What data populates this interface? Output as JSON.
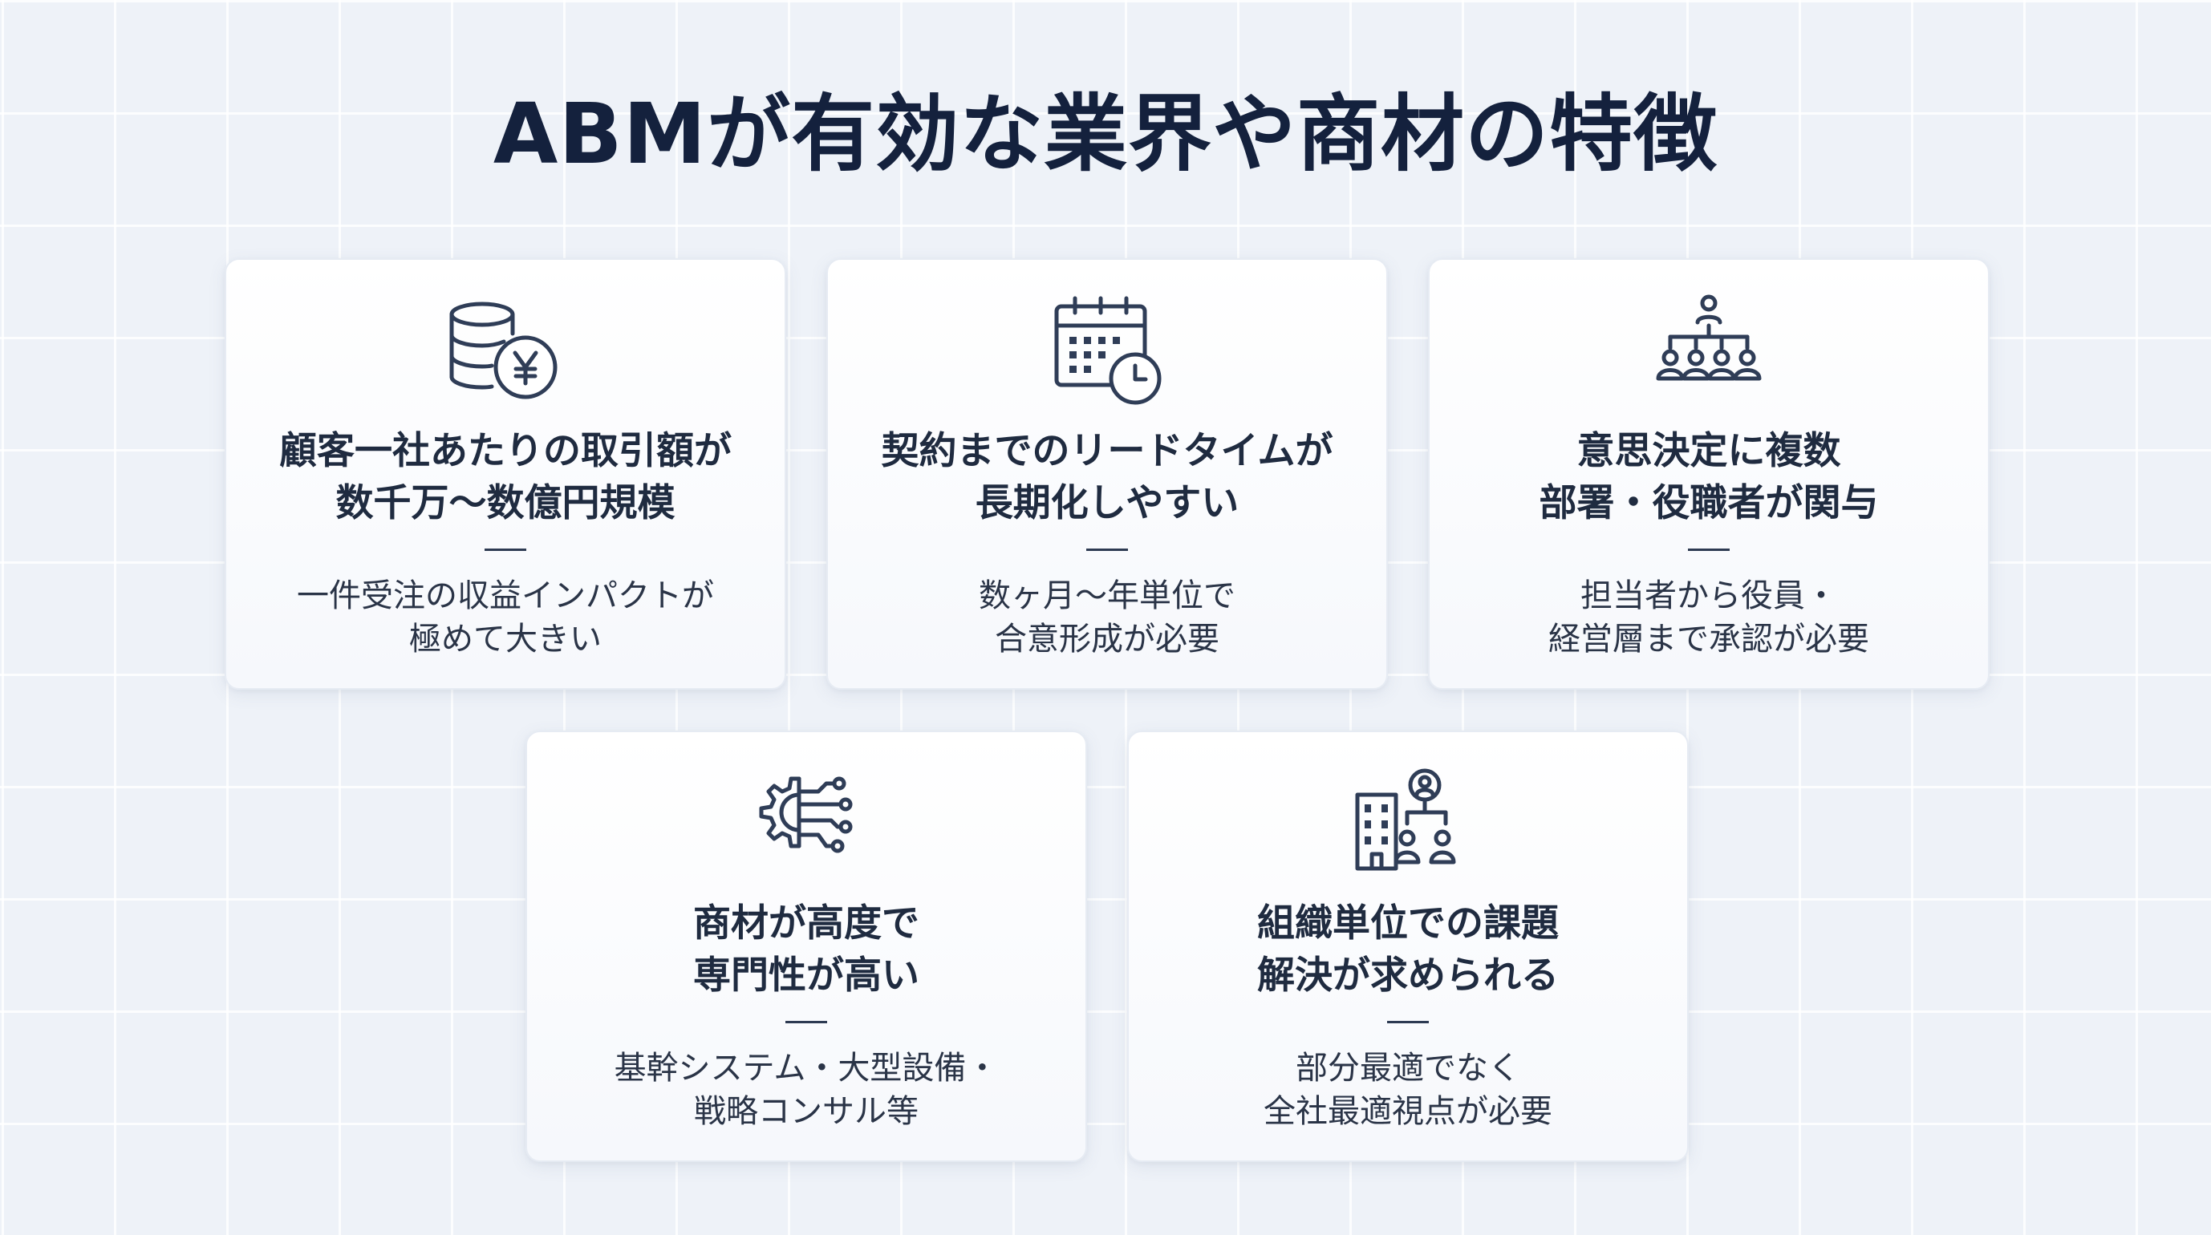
{
  "title": "ABMが有効な業界や商材の特徴",
  "cards": [
    {
      "icon": "coins-yen-icon",
      "heading": [
        "顧客一社あたりの取引額が",
        "数千万〜数億円規模"
      ],
      "description": [
        "一件受注の収益インパクトが",
        "極めて大きい"
      ]
    },
    {
      "icon": "calendar-clock-icon",
      "heading": [
        "契約までのリードタイムが",
        "長期化しやすい"
      ],
      "description": [
        "数ヶ月〜年単位で",
        "合意形成が必要"
      ]
    },
    {
      "icon": "org-chart-icon",
      "heading": [
        "意思決定に複数",
        "部署・役職者が関与"
      ],
      "description": [
        "担当者から役員・",
        "経営層まで承認が必要"
      ]
    },
    {
      "icon": "gear-circuit-icon",
      "heading": [
        "商材が高度で",
        "専門性が高い"
      ],
      "description": [
        "基幹システム・大型設備・",
        "戦略コンサル等"
      ]
    },
    {
      "icon": "building-team-icon",
      "heading": [
        "組織単位での課題",
        "解決が求められる"
      ],
      "description": [
        "部分最適でなく",
        "全社最適視点が必要"
      ]
    }
  ],
  "colors": {
    "background": "#eef2f8",
    "icon_stroke": "#2f3d57",
    "text": "#1f2b40"
  }
}
